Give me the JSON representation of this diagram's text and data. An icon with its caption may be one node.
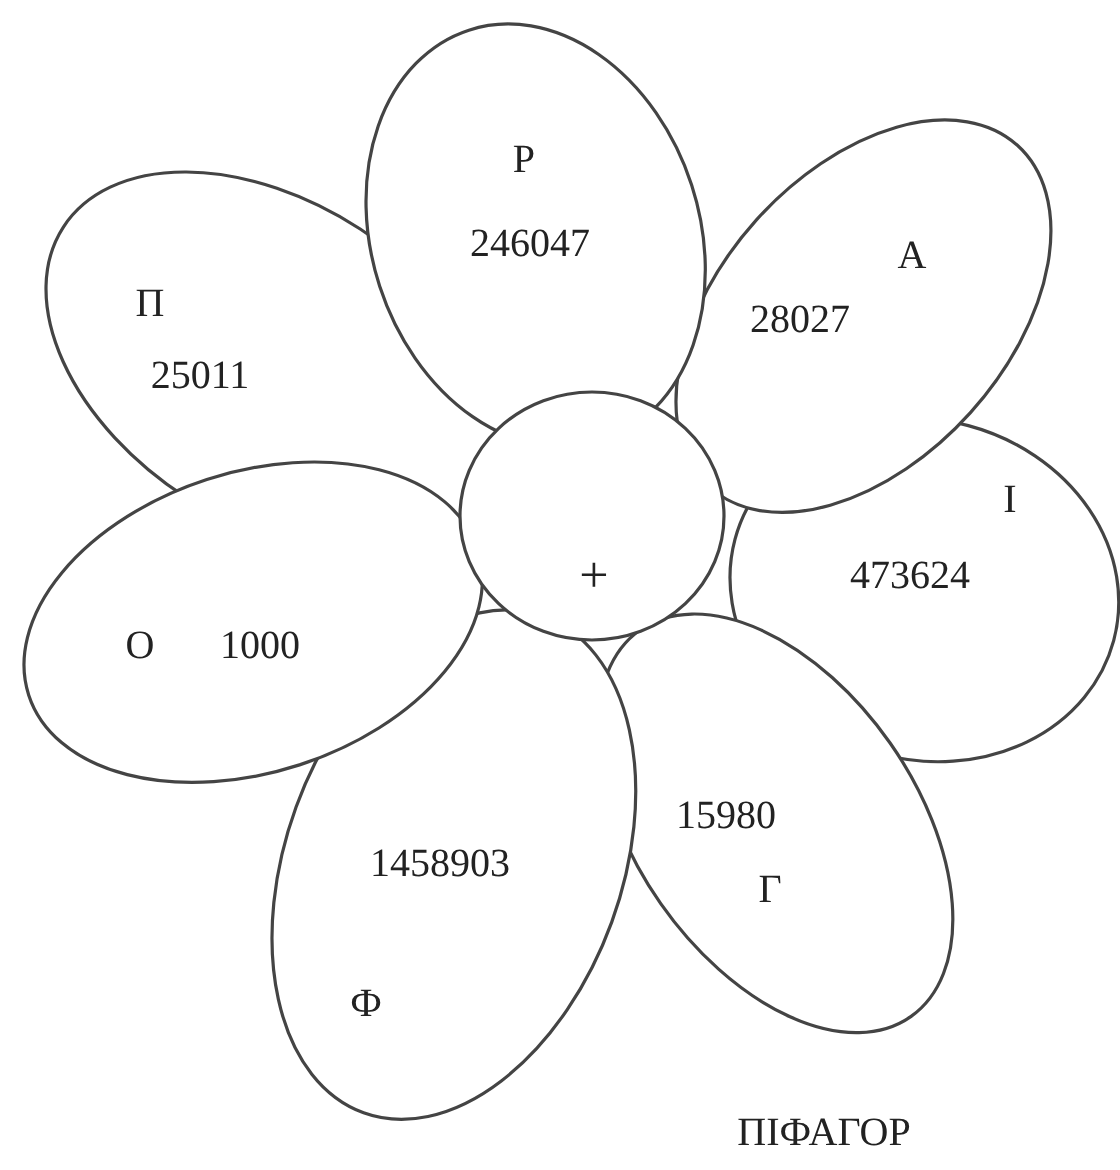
{
  "diagram": {
    "nodes": [
      {
        "text": [
          "Р",
          "246047"
        ]
      },
      {
        "text": [
          "П",
          "25011"
        ]
      },
      {
        "text": [
          "А",
          "28027"
        ]
      },
      {
        "text": [
          "+"
        ]
      },
      {
        "text": [
          "І",
          "473624"
        ]
      },
      {
        "text": [
          "О",
          "1000"
        ]
      },
      {
        "text": [
          "1458903",
          "Ф"
        ]
      },
      {
        "text": [
          "15980",
          "Г"
        ]
      }
    ],
    "labels": [
      "ПІФАГОР"
    ]
  }
}
